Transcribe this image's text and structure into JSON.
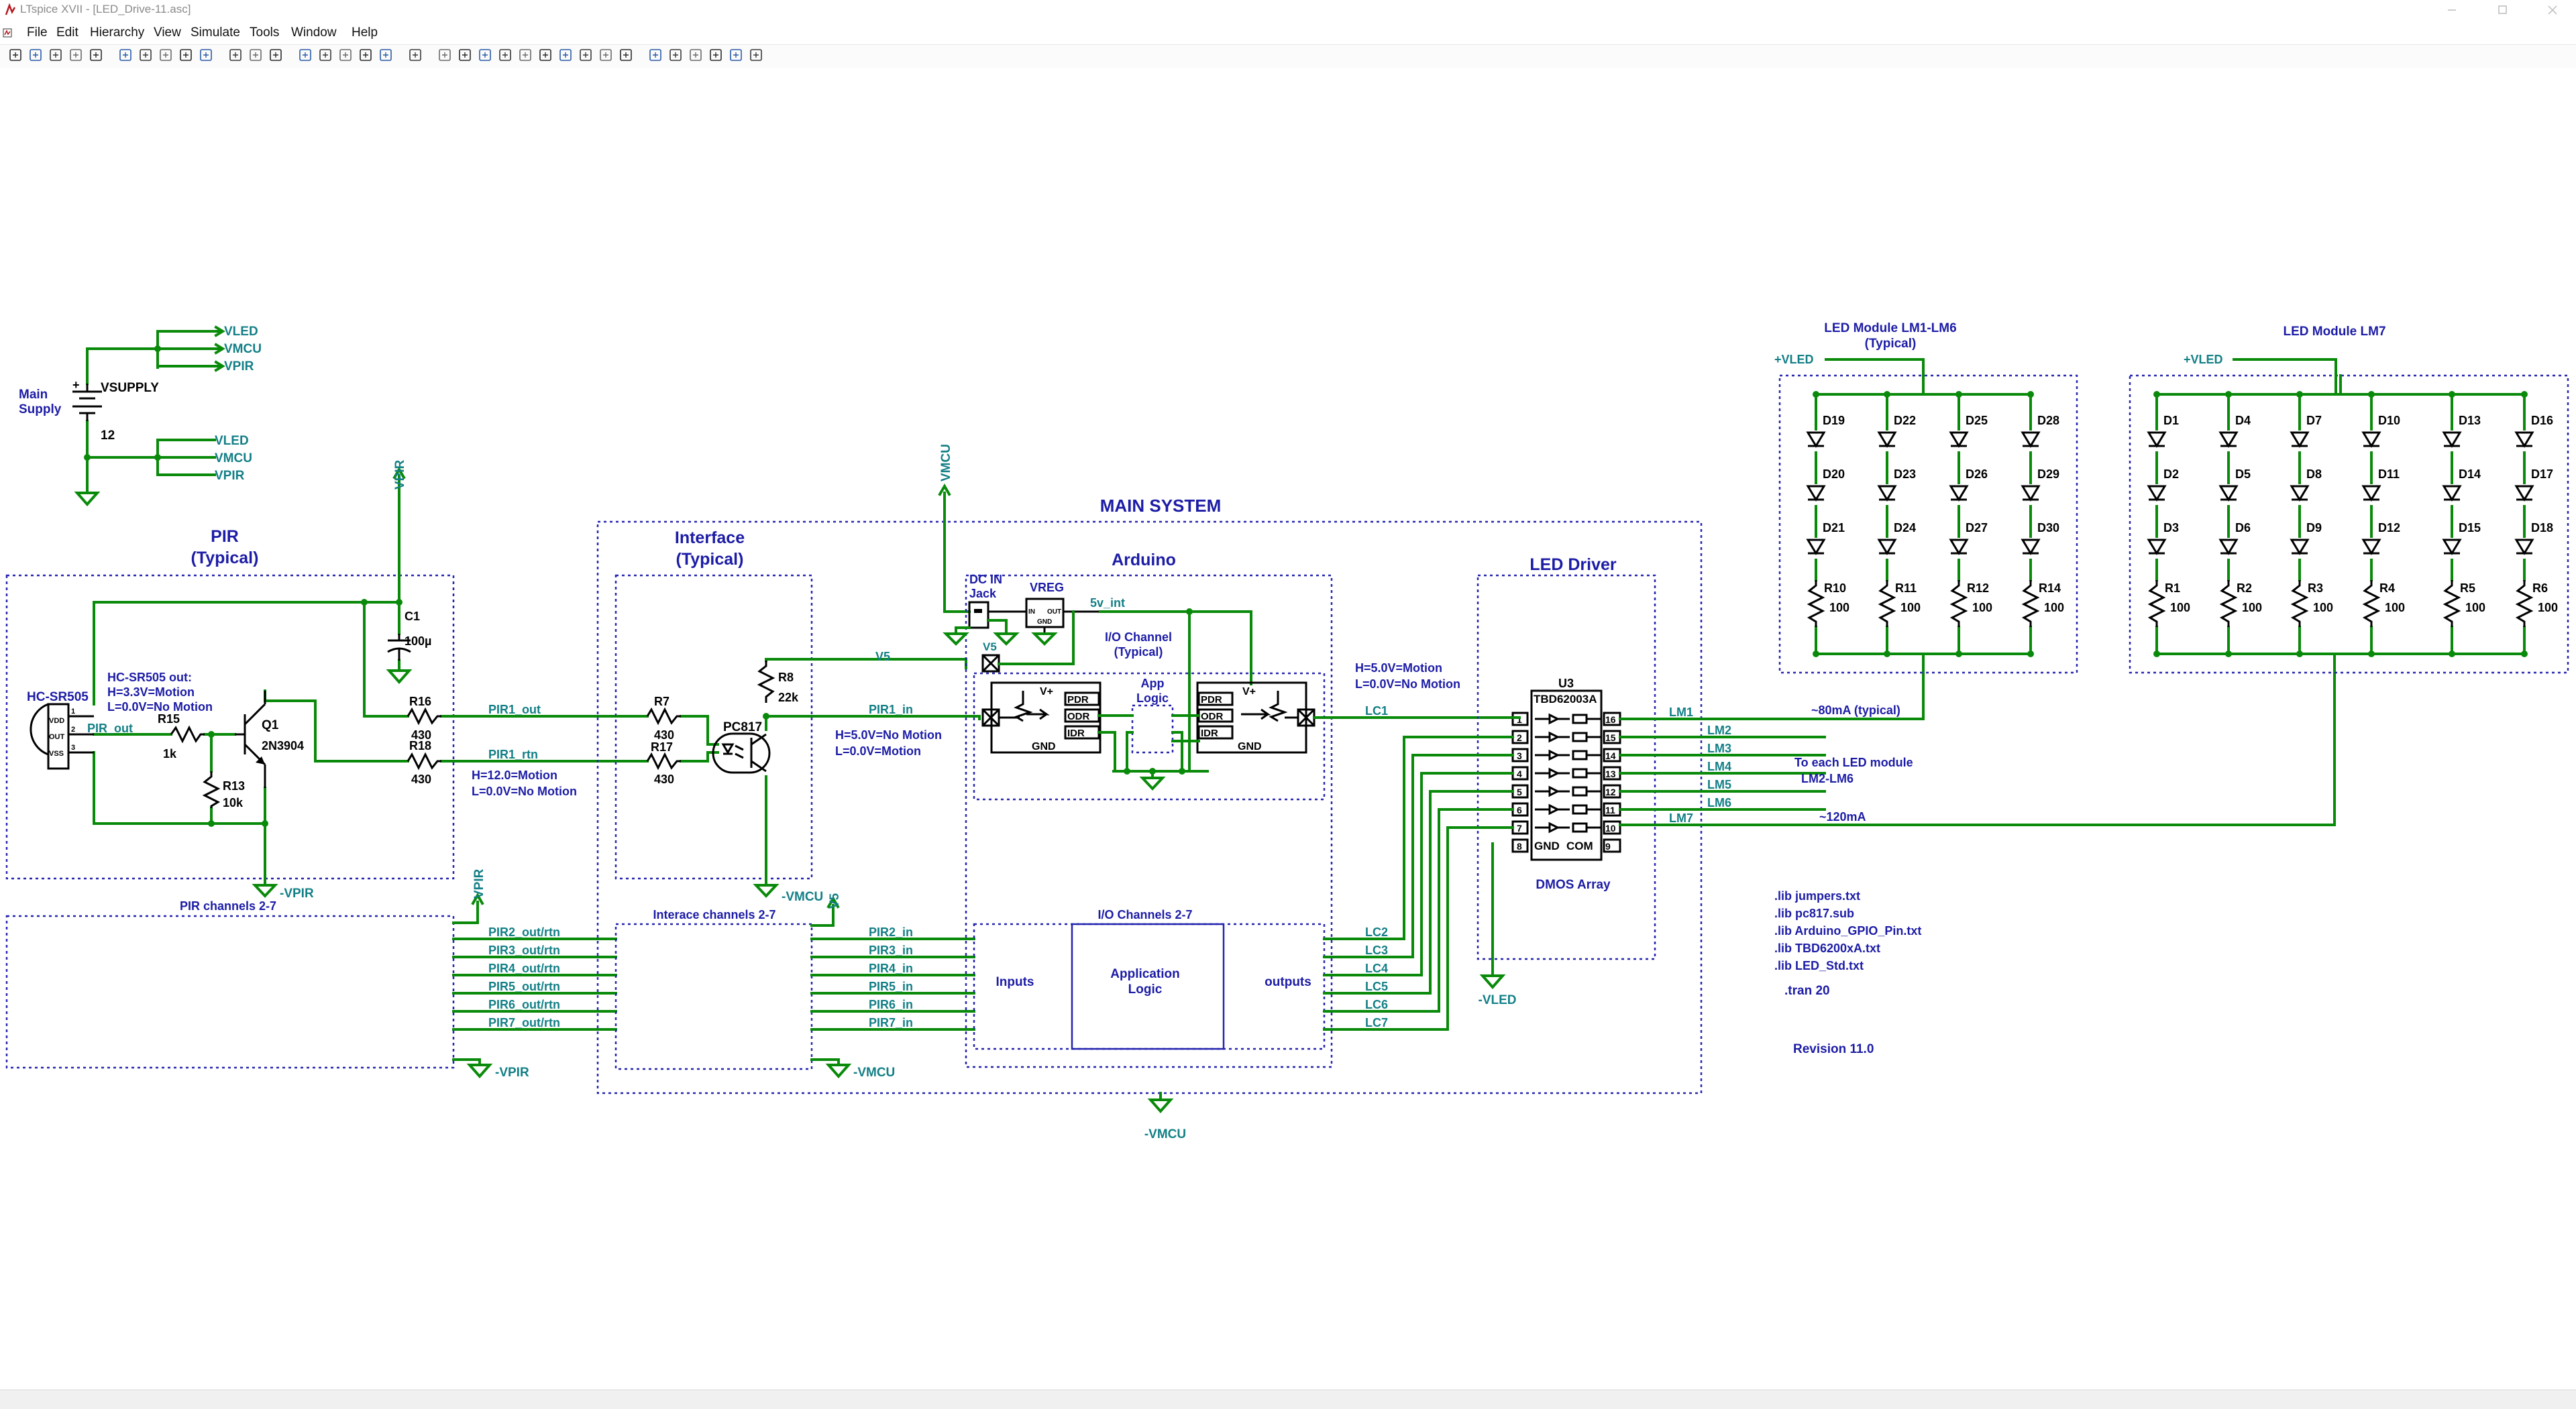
{
  "window": {
    "title": "LTspice XVII - [LED_Drive-11.asc]"
  },
  "menu": [
    "File",
    "Edit",
    "Hierarchy",
    "View",
    "Simulate",
    "Tools",
    "Window",
    "Help"
  ],
  "toolbar_icons": [
    "run-icon",
    "halt-icon",
    "open-icon",
    "save-icon",
    "control-panel-icon",
    "zoom-in-icon",
    "zoom-pan-icon",
    "zoom-out-icon",
    "zoom-fit-icon",
    "autorange-icon",
    "tile-horizontal-icon",
    "tile-vertical-icon",
    "cascade-icon",
    "cut-icon",
    "copy-icon",
    "paste-icon",
    "find-icon",
    "print-icon",
    "print-preview-icon",
    "draw-wire-icon",
    "ground-icon",
    "label-net-icon",
    "resistor-icon",
    "capacitor-icon",
    "inductor-icon",
    "diode-icon",
    "component-icon",
    "move-icon",
    "drag-icon",
    "undo-icon",
    "redo-icon",
    "rotate-icon",
    "mirror-icon",
    "text-icon",
    "spice-directive-icon"
  ],
  "schematic": {
    "supply": {
      "title_1": "Main",
      "title_2": "Supply",
      "name": "VSUPPLY",
      "value": "12",
      "plus": "+",
      "flags_top": [
        "VLED",
        "VMCU",
        "VPIR"
      ],
      "flags_bottom": [
        "VLED",
        "VMCU",
        "VPIR"
      ]
    },
    "pir": {
      "title": "PIR",
      "subtitle": "(Typical)",
      "sensor": "HC-SR505",
      "pin_vdd": "VDD",
      "pin_out": "OUT",
      "pin_vss": "VSS",
      "pins": [
        "1",
        "2",
        "3"
      ],
      "out_note": [
        "HC-SR505 out:",
        "H=3.3V=Motion",
        "L=0.0V=No Motion"
      ],
      "pir_out": "PIR_out",
      "r15": "R15",
      "r15v": "1k",
      "r13": "R13",
      "r13v": "10k",
      "q1": "Q1",
      "q1v": "2N3904",
      "c1": "C1",
      "c1v": "100µ",
      "r16": "R16",
      "r16v": "430",
      "r18": "R18",
      "r18v": "430",
      "vpir_top": "VPIR",
      "vpir_neg": "-VPIR",
      "pir1_out": "PIR1_out",
      "pir1_rtn": "PIR1_rtn",
      "rtn_note": [
        "H=12.0=Motion",
        "L=0.0V=No Motion"
      ],
      "channels_title": "PIR channels 2-7",
      "vpir_ch": "VPIR",
      "vpir_ch_neg": "-VPIR",
      "channel_nets": [
        "PIR2_out/rtn",
        "PIR3_out/rtn",
        "PIR4_out/rtn",
        "PIR5_out/rtn",
        "PIR6_out/rtn",
        "PIR7_out/rtn"
      ]
    },
    "main_system": {
      "title": "MAIN SYSTEM",
      "vmcu_top": "VMCU",
      "vmcu_bottom": "-VMCU"
    },
    "interface": {
      "title": "Interface",
      "subtitle": "(Typical)",
      "r7": "R7",
      "r7v": "430",
      "r17": "R17",
      "r17v": "430",
      "r8": "R8",
      "r8v": "22k",
      "pc817": "PC817",
      "vmcu_neg": "-VMCU",
      "v5": "V5",
      "in_note": [
        "H=5.0V=No Motion",
        "L=0.0V=Motion"
      ],
      "pir1_in": "PIR1_in",
      "channels_title": "Interace channels 2-7",
      "channel_vmcu": "-VMCU",
      "channel_nets": [
        "PIR2_in",
        "PIR3_in",
        "PIR4_in",
        "PIR5_in",
        "PIR6_in",
        "PIR7_in"
      ]
    },
    "arduino": {
      "title": "Arduino",
      "dc_jack": [
        "DC IN",
        "Jack"
      ],
      "vreg": "VREG",
      "vreg_in": "IN",
      "vreg_out": "OUT",
      "vreg_gnd": "GND",
      "v5": "V5",
      "v5_int": "5v_int",
      "io_title": [
        "I/O Channel",
        "(Typical)"
      ],
      "app_logic": [
        "App",
        "Logic"
      ],
      "gpio_labels": [
        "V+",
        "PDR",
        "ODR",
        "IDR",
        "GND"
      ],
      "lc1": "LC1",
      "io_channels_title": "I/O Channels 2-7",
      "inputs": "Inputs",
      "application_logic": [
        "Application",
        "Logic"
      ],
      "outputs": "outputs",
      "lc_nets": [
        "LC2",
        "LC3",
        "LC4",
        "LC5",
        "LC6",
        "LC7"
      ],
      "lc_note": [
        "H=5.0V=Motion",
        "L=0.0V=No Motion"
      ]
    },
    "led_driver": {
      "title": "LED Driver",
      "chip": "U3",
      "part": "TBD62003A",
      "footer": "DMOS Array",
      "gnd": "GND",
      "com": "COM",
      "left_pins": [
        "1",
        "2",
        "3",
        "4",
        "5",
        "6",
        "7",
        "8"
      ],
      "right_pins": [
        "16",
        "15",
        "14",
        "13",
        "12",
        "11",
        "10",
        "9"
      ],
      "vled_neg": "-VLED",
      "lm_nets": [
        "LM1",
        "LM2",
        "LM3",
        "LM4",
        "LM5",
        "LM6",
        "LM7"
      ],
      "current_typ": "~80mA (typical)",
      "to_modules": [
        "To each LED module",
        "LM2-LM6"
      ],
      "current_lm7": "~120mA"
    },
    "led_module_1": {
      "title": "LED Module LM1-LM6",
      "subtitle": "(Typical)",
      "vled": "+VLED",
      "diodes": [
        [
          "D19",
          "D20",
          "D21"
        ],
        [
          "D22",
          "D23",
          "D24"
        ],
        [
          "D25",
          "D26",
          "D27"
        ],
        [
          "D28",
          "D29",
          "D30"
        ]
      ],
      "resistors": [
        "R10",
        "R11",
        "R12",
        "R14"
      ],
      "res_value": "100"
    },
    "led_module_7": {
      "title": "LED Module LM7",
      "vled": "+VLED",
      "diodes": [
        [
          "D1",
          "D2",
          "D3"
        ],
        [
          "D4",
          "D5",
          "D6"
        ],
        [
          "D7",
          "D8",
          "D9"
        ],
        [
          "D10",
          "D11",
          "D12"
        ],
        [
          "D13",
          "D14",
          "D15"
        ],
        [
          "D16",
          "D17",
          "D18"
        ]
      ],
      "resistors": [
        "R1",
        "R2",
        "R3",
        "R4",
        "R5",
        "R6"
      ],
      "res_value": "100"
    },
    "directives": [
      ".lib jumpers.txt",
      ".lib pc817.sub",
      ".lib Arduino_GPIO_Pin.txt",
      ".lib TBD6200xA.txt",
      ".lib LED_Std.txt"
    ],
    "tran": ".tran 20",
    "revision": "Revision 11.0"
  }
}
